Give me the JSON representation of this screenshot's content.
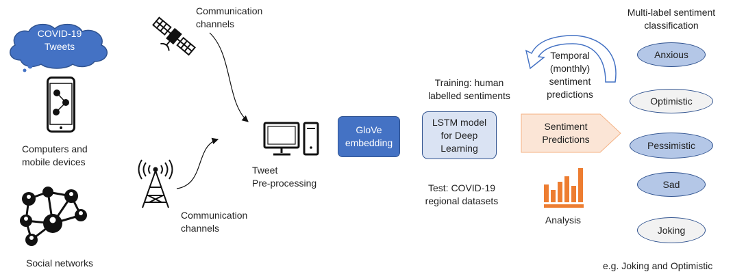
{
  "sources": {
    "tweets_cloud": "COVID-19\nTweets",
    "computers_label": "Computers and\nmobile devices",
    "social_label": "Social networks"
  },
  "channels": {
    "top_label": "Communication\nchannels",
    "bottom_label": "Communication\nchannels"
  },
  "preprocessing": {
    "label": "Tweet\nPre-processing"
  },
  "glove": {
    "label": "GloVe\nembedding"
  },
  "lstm": {
    "label": "LSTM model\nfor Deep\nLearning",
    "training_label": "Training: human\nlabelled sentiments",
    "test_label": "Test:  COVID-19\nregional datasets"
  },
  "predictions": {
    "label": "Sentiment\nPredictions",
    "temporal_label": "Temporal\n(monthly)\nsentiment\npredictions",
    "analysis_label": "Analysis"
  },
  "classification": {
    "title": "Multi-label sentiment\nclassification",
    "labels": [
      "Anxious",
      "Optimistic",
      "Pessimistic",
      "Sad",
      "Joking"
    ],
    "example": "e.g. Joking and Optimistic"
  },
  "colors": {
    "glove_fill": "#4472c4",
    "lstm_fill": "#dae3f3",
    "prediction_arrow_fill": "#fbe5d6",
    "label_blue_fill": "#b4c7e7",
    "label_grey_fill": "#f2f2f2",
    "analysis_bars": "#ed7d31"
  },
  "icons": [
    "satellite-icon",
    "smartphone-icon",
    "network-icon",
    "antenna-tower-icon",
    "computer-icon",
    "bar-chart-icon"
  ]
}
